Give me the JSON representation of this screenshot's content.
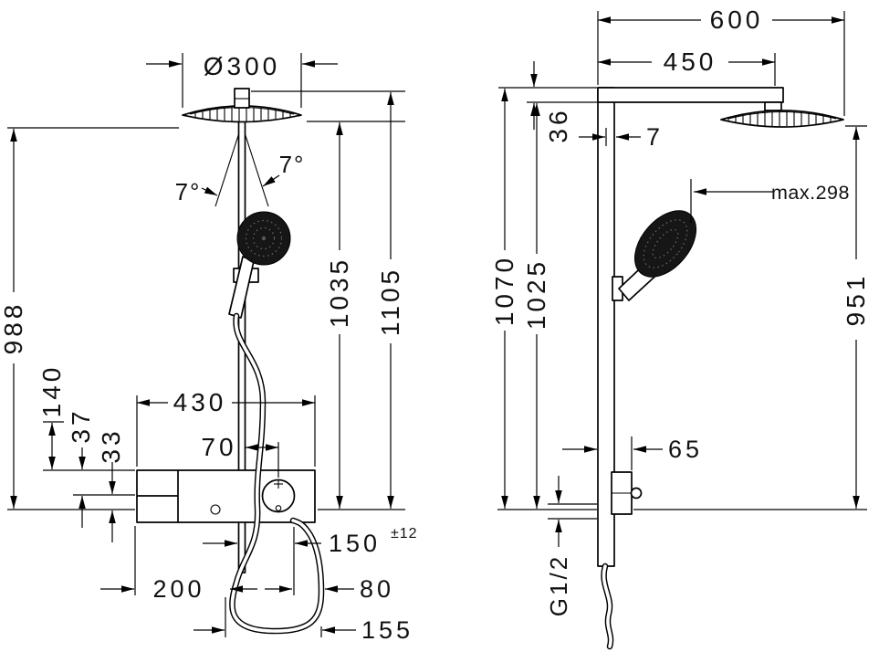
{
  "drawing": {
    "front_view": {
      "head_diameter": "Ø300",
      "tilt_angle_right": "7°",
      "tilt_angle_left": "7°",
      "height_988": "988",
      "height_140": "140",
      "height_37": "37",
      "height_33": "33",
      "width_430": "430",
      "width_70": "70",
      "height_1035": "1035",
      "height_1105": "1105",
      "width_150": "150",
      "tolerance_150": "±12",
      "width_200": "200",
      "width_80": "80",
      "width_155": "155"
    },
    "side_view": {
      "width_600": "600",
      "width_450": "450",
      "height_36": "36",
      "depth_7": "7",
      "max_reach": "max.298",
      "height_1070": "1070",
      "height_1025": "1025",
      "height_951": "951",
      "width_65": "65",
      "thread_size": "G1/2"
    }
  }
}
